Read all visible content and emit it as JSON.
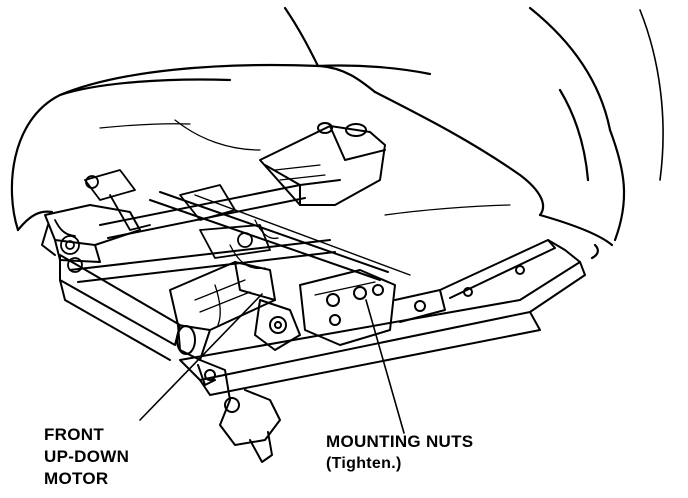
{
  "labels": {
    "front_motor": {
      "line1": "FRONT",
      "line2": "UP-DOWN",
      "line3": "MOTOR"
    },
    "mounting_nuts": {
      "line1": "MOUNTING NUTS",
      "line2": "(Tighten.)"
    }
  },
  "colors": {
    "ink": "#000000",
    "paper": "#ffffff"
  }
}
